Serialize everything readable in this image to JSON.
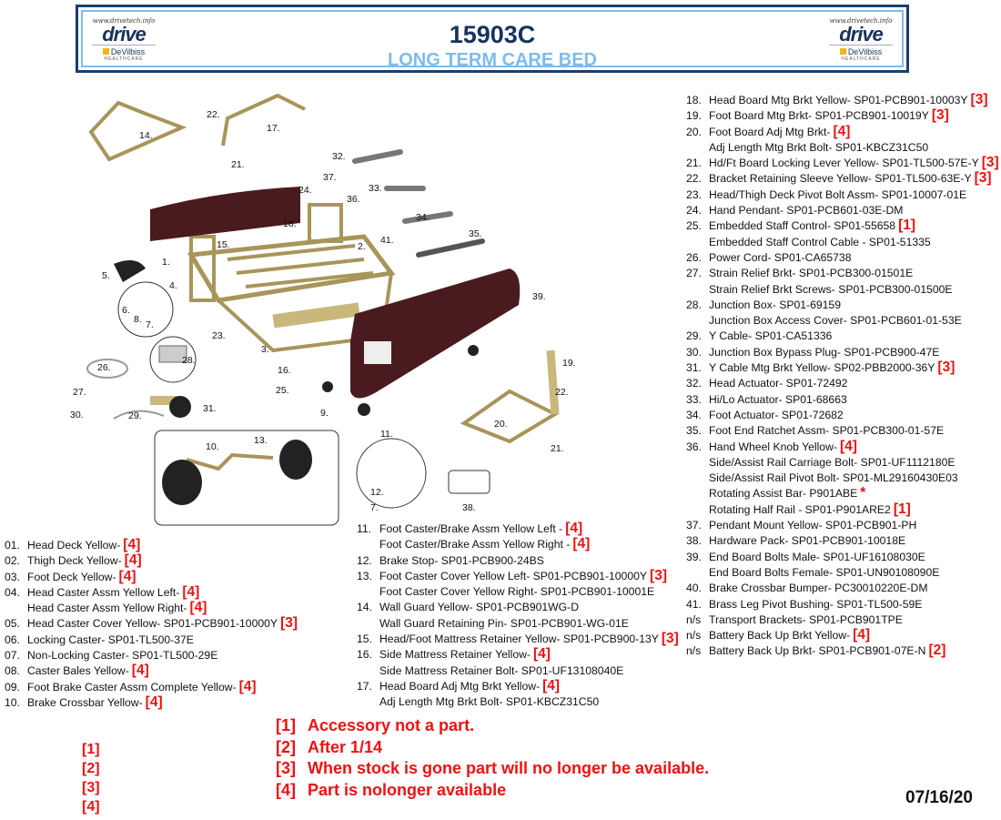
{
  "header": {
    "title": "15903C",
    "subtitle": "LONG TERM CARE BED",
    "logo_url": "www.drivetech.info",
    "logo_brand": "drive",
    "logo_sub": "DeVilbiss",
    "logo_sub2": "HEALTHCARE"
  },
  "colors": {
    "navy": "#17325e",
    "light_blue": "#7dbdea",
    "red": "#e11111",
    "frame": "#c9b77c",
    "board": "#4a1b1e"
  },
  "diagram_callouts": [
    "14.",
    "22.",
    "17.",
    "21.",
    "32.",
    "37.",
    "24.",
    "36.",
    "33.",
    "34.",
    "18.",
    "15.",
    "2.",
    "41.",
    "35.",
    "1.",
    "5.",
    "4.",
    "6.",
    "8.",
    "7.",
    "28.",
    "39.",
    "23.",
    "3.",
    "26.",
    "16.",
    "19.",
    "25.",
    "22.",
    "27.",
    "9.",
    "30.",
    "29.",
    "31.",
    "20.",
    "21.",
    "10.",
    "13.",
    "11.",
    "12.",
    "7.",
    "38."
  ],
  "left_list": [
    {
      "num": "01.",
      "text": "Head Deck Yellow-",
      "tag": "[4]"
    },
    {
      "num": "02.",
      "text": "Thigh Deck Yellow- ",
      "tag": "[4]"
    },
    {
      "num": "03.",
      "text": "Foot Deck Yellow- ",
      "tag": "[4]"
    },
    {
      "num": "04.",
      "text": "Head Caster Assm Yellow Left- ",
      "tag": "[4]"
    },
    {
      "num": "",
      "text": "Head Caster Assm Yellow Right-",
      "tag": "[4]"
    },
    {
      "num": "05.",
      "text": "Head Caster Cover Yellow- SP01-PCB901-10000Y ",
      "tag": "[3]"
    },
    {
      "num": "06.",
      "text": "Locking Caster- SP01-TL500-37E",
      "tag": ""
    },
    {
      "num": "07.",
      "text": "Non-Locking Caster- SP01-TL500-29E",
      "tag": ""
    },
    {
      "num": "08.",
      "text": "Caster Bales Yellow-",
      "tag": "[4]"
    },
    {
      "num": "09.",
      "text": "Foot Brake Caster Assm Complete Yellow-",
      "tag": "[4]"
    },
    {
      "num": "10.",
      "text": "Brake Crossbar Yellow-",
      "tag": "[4]"
    }
  ],
  "middle_list": [
    {
      "num": "11.",
      "text": "Foot Caster/Brake Assm Yellow Left - ",
      "tag": "[4]"
    },
    {
      "num": "",
      "text": "Foot Caster/Brake Assm Yellow Right -",
      "tag": "[4]"
    },
    {
      "num": "12.",
      "text": "Brake Stop- SP01-PCB900-24BS",
      "tag": ""
    },
    {
      "num": "13.",
      "text": "Foot Caster Cover Yellow Left- SP01-PCB901-10000Y",
      "tag": "[3]"
    },
    {
      "num": "",
      "text": "Foot Caster Cover Yellow Right- SP01-PCB901-10001E",
      "tag": ""
    },
    {
      "num": "14.",
      "text": "Wall Guard Yellow- SP01-PCB901WG-D",
      "tag": ""
    },
    {
      "num": "",
      "text": "Wall Guard Retaining Pin- SP01-PCB901-WG-01E",
      "tag": ""
    },
    {
      "num": "15.",
      "text": "Head/Foot Mattress Retainer Yellow- SP01-PCB900-13Y",
      "tag": "[3]"
    },
    {
      "num": "16.",
      "text": "Side Mattress Retainer Yellow- ",
      "tag": "[4]"
    },
    {
      "num": "",
      "text": "Side Mattress Retainer Bolt- SP01-UF13108040E",
      "tag": ""
    },
    {
      "num": "17.",
      "text": "Head Board Adj Mtg Brkt Yellow- ",
      "tag": "[4]"
    },
    {
      "num": "",
      "text": "Adj Length Mtg Brkt Bolt- SP01-KBCZ31C50",
      "tag": ""
    }
  ],
  "right_list": [
    {
      "num": "18.",
      "text": "Head Board Mtg Brkt Yellow- SP01-PCB901-10003Y ",
      "tag": "[3]"
    },
    {
      "num": "19.",
      "text": "Foot Board Mtg Brkt- SP01-PCB901-10019Y ",
      "tag": "[3]"
    },
    {
      "num": "20.",
      "text": "Foot Board Adj Mtg Brkt- ",
      "tag": "[4]"
    },
    {
      "num": "",
      "text": "Adj Length Mtg Brkt Bolt- SP01-KBCZ31C50",
      "tag": ""
    },
    {
      "num": "21.",
      "text": "Hd/Ft Board Locking Lever Yellow- SP01-TL500-57E-Y",
      "tag": "[3]"
    },
    {
      "num": "22.",
      "text": "Bracket Retaining Sleeve Yellow- SP01-TL500-63E-Y ",
      "tag": "[3]"
    },
    {
      "num": "23.",
      "text": "Head/Thigh Deck Pivot Bolt Assm- SP01-10007-01E",
      "tag": ""
    },
    {
      "num": "24.",
      "text": "Hand Pendant- SP01-PCB601-03E-DM",
      "tag": ""
    },
    {
      "num": "25.",
      "text": "Embedded Staff Control- SP01-55658 ",
      "tag": "[1]"
    },
    {
      "num": "",
      "text": "Embedded Staff Control Cable - SP01-51335",
      "tag": ""
    },
    {
      "num": "26.",
      "text": "Power Cord- SP01-CA65738",
      "tag": ""
    },
    {
      "num": "27.",
      "text": "Strain Relief Brkt- SP01-PCB300-01501E",
      "tag": ""
    },
    {
      "num": "",
      "text": "Strain Relief Brkt Screws- SP01-PCB300-01500E",
      "tag": ""
    },
    {
      "num": "28.",
      "text": "Junction Box- SP01-69159",
      "tag": ""
    },
    {
      "num": "",
      "text": "Junction Box Access Cover- SP01-PCB601-01-53E",
      "tag": ""
    },
    {
      "num": "29.",
      "text": "Y Cable- SP01-CA51336",
      "tag": ""
    },
    {
      "num": "30.",
      "text": "Junction Box Bypass Plug- SP01-PCB900-47E",
      "tag": ""
    },
    {
      "num": "31.",
      "text": "Y Cable Mtg Brkt Yellow- SP02-PBB2000-36Y ",
      "tag": "[3]"
    },
    {
      "num": "32.",
      "text": "Head Actuator- SP01-72492",
      "tag": ""
    },
    {
      "num": "33.",
      "text": "Hi/Lo Actuator- SP01-68663",
      "tag": ""
    },
    {
      "num": "34.",
      "text": "Foot Actuator- SP01-72682",
      "tag": ""
    },
    {
      "num": "35.",
      "text": "Foot End Ratchet Assm- SP01-PCB300-01-57E",
      "tag": ""
    },
    {
      "num": "36.",
      "text": "Hand Wheel Knob Yellow- ",
      "tag": "[4]"
    },
    {
      "num": "",
      "text": "Side/Assist Rail Carriage Bolt- SP01-UF1112180E",
      "tag": ""
    },
    {
      "num": "",
      "text": "Side/Assist Rail Pivot Bolt- SP01-ML29160430E03",
      "tag": ""
    },
    {
      "num": "",
      "text": "Rotating Assist Bar-  P901ABE ",
      "tag": "*"
    },
    {
      "num": "",
      "text": "Rotating Half Rail - SP01-P901ARE2 ",
      "tag": "[1]"
    },
    {
      "num": "37.",
      "text": "Pendant Mount Yellow- SP01-PCB901-PH",
      "tag": ""
    },
    {
      "num": "38.",
      "text": "Hardware Pack- SP01-PCB901-10018E",
      "tag": ""
    },
    {
      "num": "39.",
      "text": "End Board Bolts Male- SP01-UF16108030E",
      "tag": ""
    },
    {
      "num": "",
      "text": "End Board Bolts Female- SP01-UN90108090E",
      "tag": ""
    },
    {
      "num": "40.",
      "text": "Brake Crossbar Bumper- PC30010220E-DM",
      "tag": ""
    },
    {
      "num": "41.",
      "text": "Brass Leg Pivot Bushing- SP01-TL500-59E",
      "tag": ""
    },
    {
      "num": "n/s",
      "text": "Transport Brackets- SP01-PCB901TPE",
      "tag": ""
    },
    {
      "num": "n/s",
      "text": "Battery Back Up Brkt Yellow- ",
      "tag": "[4]"
    },
    {
      "num": "n/s",
      "text": "Battery Back Up Brkt- SP01-PCB901-07E-N ",
      "tag": "[2]"
    }
  ],
  "legend": [
    {
      "key": "[1]",
      "text": "Accessory not a part."
    },
    {
      "key": "[2]",
      "text": "After 1/14"
    },
    {
      "key": "[3]",
      "text": "When stock is gone part will no longer be available."
    },
    {
      "key": "[4]",
      "text": "Part is nolonger available"
    }
  ],
  "small_keys": [
    "[1]",
    "[2]",
    "[3]",
    "[4]"
  ],
  "date": "07/16/20"
}
